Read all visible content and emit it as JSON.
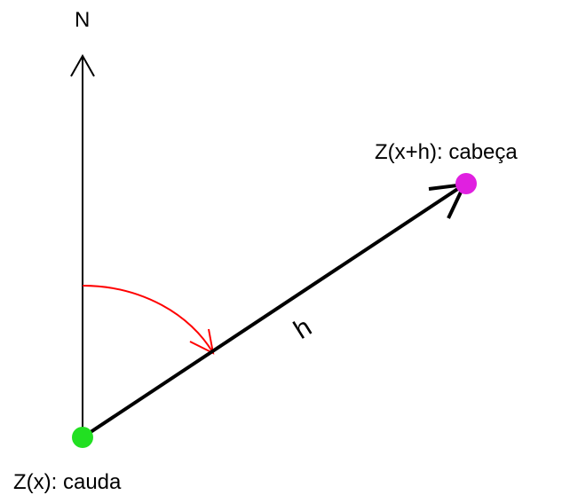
{
  "north_label": "N",
  "head_label": "Z(x+h): cabeça",
  "tail_label": "Z(x): cauda",
  "vector_label": "h",
  "colors": {
    "tail": "#22e022",
    "head": "#e020e0",
    "angle": "#ff0000",
    "lines": "#000000"
  }
}
